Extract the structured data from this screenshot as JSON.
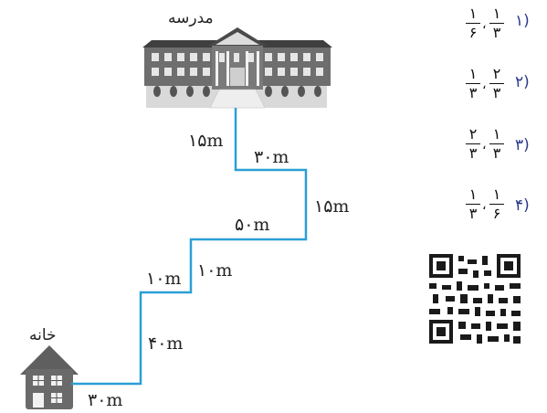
{
  "places": {
    "school": "مدرسه",
    "home": "خانه"
  },
  "segments": [
    {
      "label": "۱۵m"
    },
    {
      "label": "۳۰m"
    },
    {
      "label": "۱۵m"
    },
    {
      "label": "۵۰m"
    },
    {
      "label": "۱۰m"
    },
    {
      "label": "۱۰m"
    },
    {
      "label": "۴۰m"
    },
    {
      "label": "۳۰m"
    }
  ],
  "options": [
    {
      "num": "۱)",
      "a": {
        "n": "۱",
        "d": "۳"
      },
      "sep": "،",
      "b": {
        "n": "۱",
        "d": "۶"
      }
    },
    {
      "num": "۲)",
      "a": {
        "n": "۲",
        "d": "۳"
      },
      "sep": "،",
      "b": {
        "n": "۱",
        "d": "۳"
      }
    },
    {
      "num": "۳)",
      "a": {
        "n": "۱",
        "d": "۳"
      },
      "sep": "،",
      "b": {
        "n": "۲",
        "d": "۳"
      }
    },
    {
      "num": "۴)",
      "a": {
        "n": "۱",
        "d": "۶"
      },
      "sep": "،",
      "b": {
        "n": "۱",
        "d": "۳"
      }
    }
  ],
  "colors": {
    "path": "#2a9fd6",
    "option_number": "#2b3a8c",
    "building": "#5a5a5a"
  }
}
